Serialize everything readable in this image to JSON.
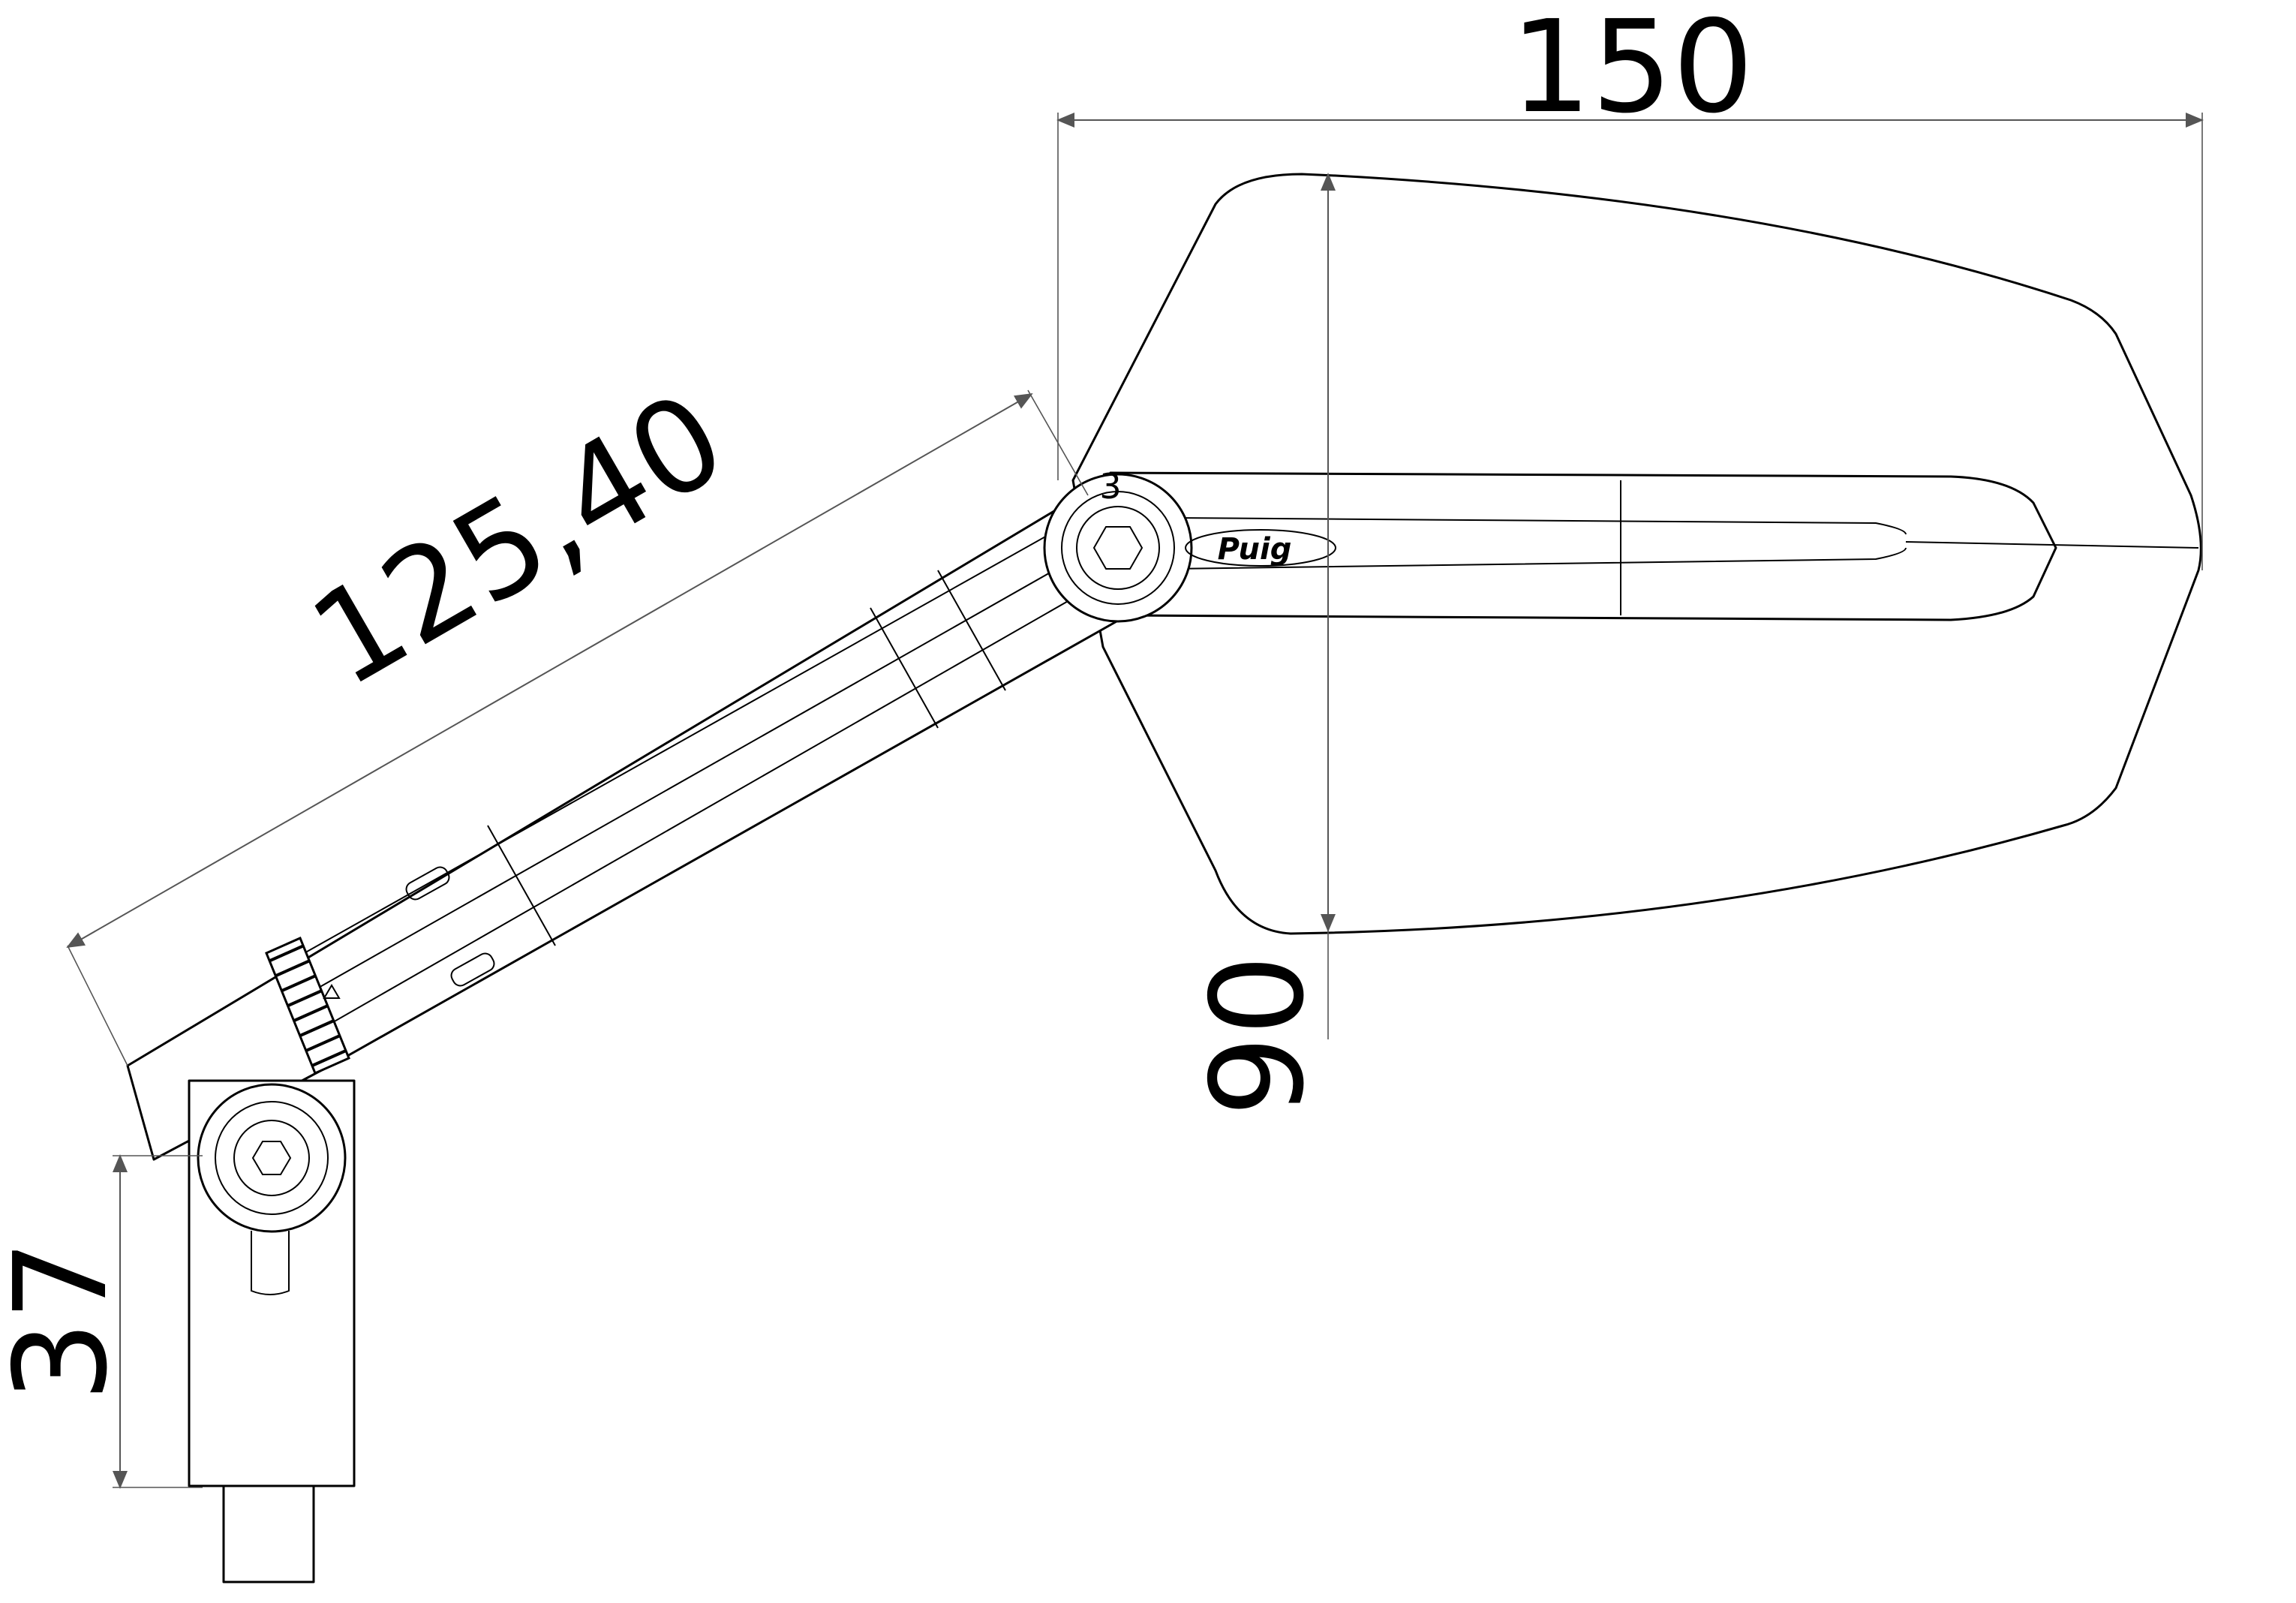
{
  "dimensions": {
    "width_label": "150",
    "height_label": "90",
    "arm_length_label": "125,40",
    "mount_height_label": "37"
  },
  "markings": {
    "brand_logo": "Puig",
    "pivot_number": "3"
  },
  "colors": {
    "line": "#000000",
    "dimension_line": "#555555",
    "background": "#ffffff"
  }
}
